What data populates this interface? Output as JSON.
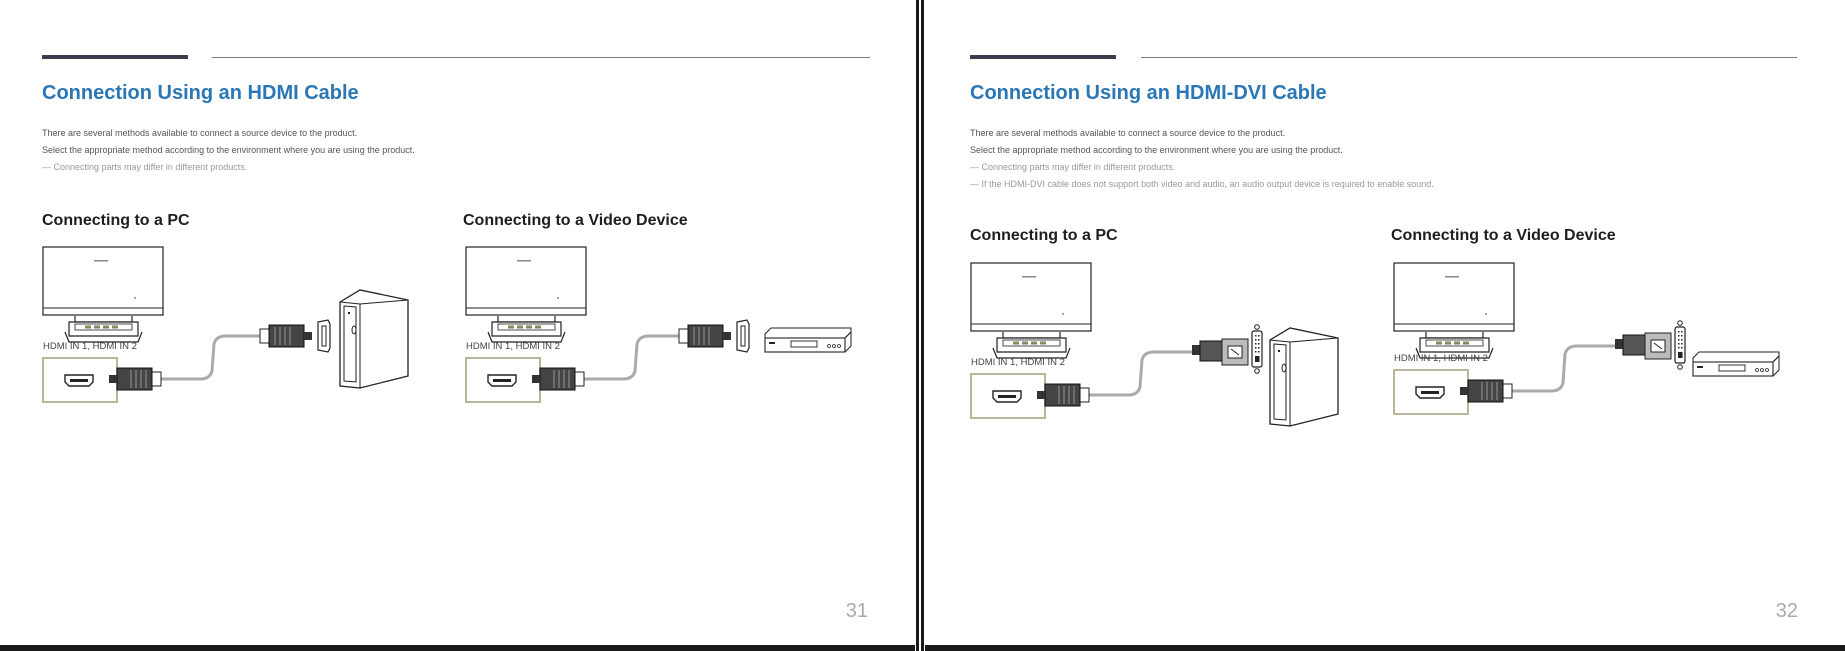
{
  "left_page": {
    "title": "Connection Using an HDMI Cable",
    "intro_line1": "There are several methods available to connect a source device to the product.",
    "intro_line2": "Select the appropriate method according to the environment where you are using the product.",
    "notes": [
      "Connecting parts may differ in different products."
    ],
    "section_pc": "Connecting to a PC",
    "section_video": "Connecting to a Video Device",
    "port_label": "HDMI IN 1, HDMI IN 2",
    "page_number": "31"
  },
  "right_page": {
    "title": "Connection Using an HDMI-DVI Cable",
    "intro_line1": "There are several methods available to connect a source device to the product.",
    "intro_line2": "Select the appropriate method according to the environment where you are using the product.",
    "notes": [
      "Connecting parts may differ in different products.",
      "If the HDMI-DVI cable does not support both video and audio, an audio output device is required to enable sound."
    ],
    "section_pc": "Connecting to a PC",
    "section_video": "Connecting to a Video Device",
    "port_label": "HDMI IN 1, HDMI IN 2",
    "page_number": "32"
  },
  "colors": {
    "title_blue": "#2b77b5",
    "rule_dark": "#3b3c4e",
    "port_box": "#b9b79a"
  },
  "icons": [
    "monitor-icon",
    "hdmi-port-icon",
    "hdmi-plug-icon",
    "dvi-plug-icon",
    "pc-tower-icon",
    "video-player-icon"
  ]
}
